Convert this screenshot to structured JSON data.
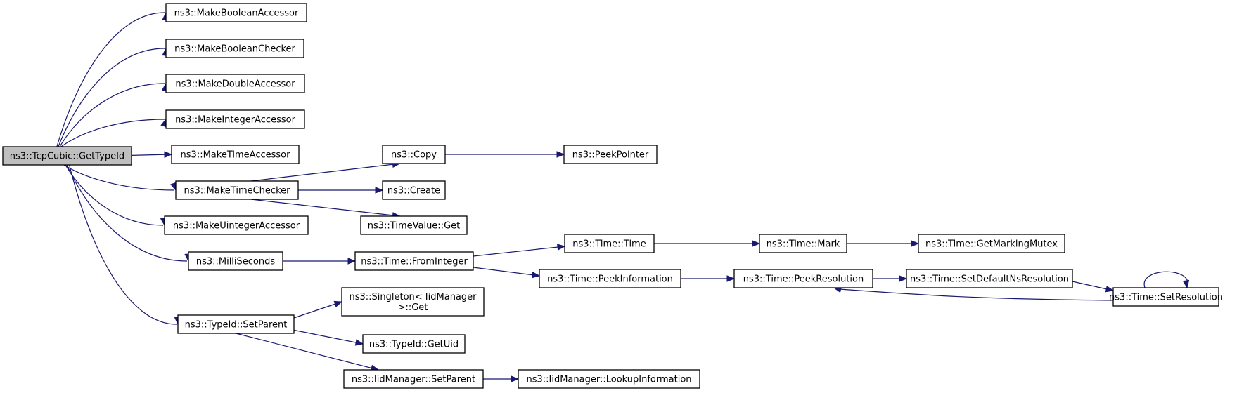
{
  "diagram": {
    "type": "call-graph",
    "nodes": [
      {
        "id": "root",
        "label": "ns3::TcpCubic::GetTypeId",
        "root": true
      },
      {
        "id": "mba",
        "label": "ns3::MakeBooleanAccessor"
      },
      {
        "id": "mbc",
        "label": "ns3::MakeBooleanChecker"
      },
      {
        "id": "mda",
        "label": "ns3::MakeDoubleAccessor"
      },
      {
        "id": "mia",
        "label": "ns3::MakeIntegerAccessor"
      },
      {
        "id": "mta",
        "label": "ns3::MakeTimeAccessor"
      },
      {
        "id": "mtc",
        "label": "ns3::MakeTimeChecker"
      },
      {
        "id": "mua",
        "label": "ns3::MakeUintegerAccessor"
      },
      {
        "id": "ms",
        "label": "ns3::MilliSeconds"
      },
      {
        "id": "tsp",
        "label": "ns3::TypeId::SetParent"
      },
      {
        "id": "copy",
        "label": "ns3::Copy"
      },
      {
        "id": "create",
        "label": "ns3::Create"
      },
      {
        "id": "tvget",
        "label": "ns3::TimeValue::Get"
      },
      {
        "id": "peekptr",
        "label": "ns3::PeekPointer"
      },
      {
        "id": "fromint",
        "label": "ns3::Time::FromInteger"
      },
      {
        "id": "ttime",
        "label": "ns3::Time::Time"
      },
      {
        "id": "mark",
        "label": "ns3::Time::Mark"
      },
      {
        "id": "getmm",
        "label": "ns3::Time::GetMarkingMutex"
      },
      {
        "id": "peekinfo",
        "label": "ns3::Time::PeekInformation"
      },
      {
        "id": "peekres",
        "label": "ns3::Time::PeekResolution"
      },
      {
        "id": "setdef",
        "label": "ns3::Time::SetDefaultNsResolution"
      },
      {
        "id": "setres",
        "label": "ns3::Time::SetResolution"
      },
      {
        "id": "sget",
        "label": [
          "ns3::Singleton< IidManager",
          ">::Get"
        ]
      },
      {
        "id": "getuid",
        "label": "ns3::TypeId::GetUid"
      },
      {
        "id": "iidsp",
        "label": "ns3::IidManager::SetParent"
      },
      {
        "id": "lookup",
        "label": "ns3::IidManager::LookupInformation"
      }
    ],
    "edges": [
      [
        "root",
        "mba"
      ],
      [
        "root",
        "mbc"
      ],
      [
        "root",
        "mda"
      ],
      [
        "root",
        "mia"
      ],
      [
        "root",
        "mta"
      ],
      [
        "root",
        "mtc"
      ],
      [
        "root",
        "mua"
      ],
      [
        "root",
        "ms"
      ],
      [
        "root",
        "tsp"
      ],
      [
        "mtc",
        "copy"
      ],
      [
        "mtc",
        "create"
      ],
      [
        "mtc",
        "tvget"
      ],
      [
        "copy",
        "peekptr"
      ],
      [
        "ms",
        "fromint"
      ],
      [
        "fromint",
        "ttime"
      ],
      [
        "fromint",
        "peekinfo"
      ],
      [
        "ttime",
        "mark"
      ],
      [
        "mark",
        "getmm"
      ],
      [
        "peekinfo",
        "peekres"
      ],
      [
        "peekres",
        "setdef"
      ],
      [
        "setdef",
        "setres"
      ],
      [
        "setres",
        "peekres"
      ],
      [
        "setres",
        "setres"
      ],
      [
        "tsp",
        "sget"
      ],
      [
        "tsp",
        "getuid"
      ],
      [
        "tsp",
        "iidsp"
      ],
      [
        "iidsp",
        "lookup"
      ]
    ],
    "colors": {
      "edge": "#191970",
      "root_fill": "#bfbfbf",
      "node_fill": "#ffffff",
      "node_stroke": "#000000"
    }
  }
}
